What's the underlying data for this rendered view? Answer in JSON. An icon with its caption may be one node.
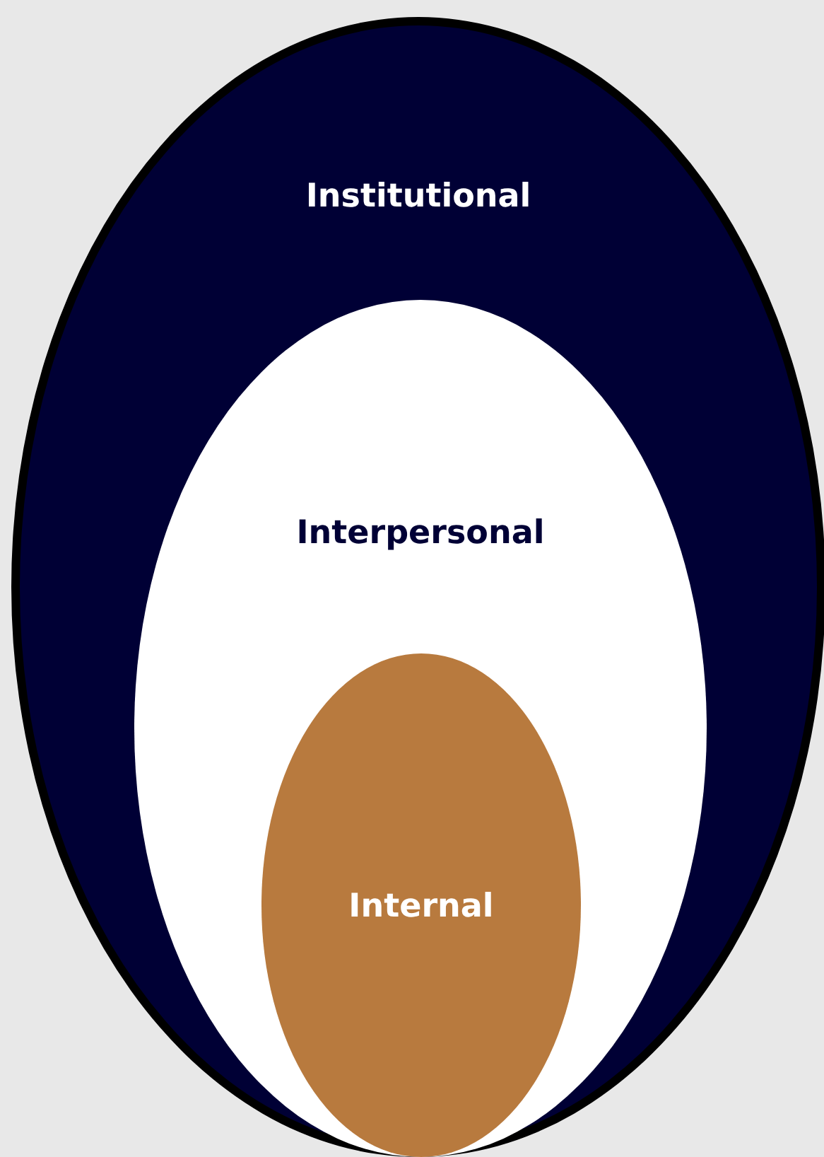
{
  "diagram": {
    "nodes": [
      {
        "text": [
          "Institutional"
        ]
      },
      {
        "text": [
          "Interpersonal"
        ],
        "in": 0
      },
      {
        "text": [
          "Internal"
        ],
        "in": 1
      }
    ]
  }
}
